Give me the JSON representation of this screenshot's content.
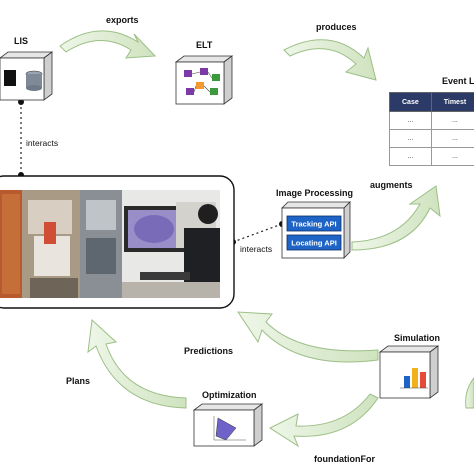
{
  "nodes": {
    "lis": "LIS",
    "elt": "ELT",
    "event_log": "Event L",
    "image_processing": "Image Processing",
    "simulation": "Simulation",
    "optimization": "Optimization"
  },
  "apis": {
    "tracking": "Tracking API",
    "locating": "Locating API"
  },
  "edges": {
    "exports": "exports",
    "produces": "produces",
    "augments": "augments",
    "interacts_lis": "interacts",
    "interacts_ip": "interacts",
    "predictions": "Predictions",
    "plans": "Plans",
    "foundation_for": "foundationFor"
  },
  "event_table": {
    "headers": [
      "Case",
      "Timest"
    ],
    "rows": [
      [
        "...",
        "..."
      ],
      [
        "...",
        "..."
      ],
      [
        "...",
        "..."
      ]
    ]
  },
  "colors": {
    "arrow_fill": "#dcebd0",
    "arrow_stroke": "#9cbf86",
    "table_header": "#2b3a66",
    "api_blue": "#1e63c6",
    "box_face": "#ffffff",
    "box_side": "#cfcfcf"
  }
}
